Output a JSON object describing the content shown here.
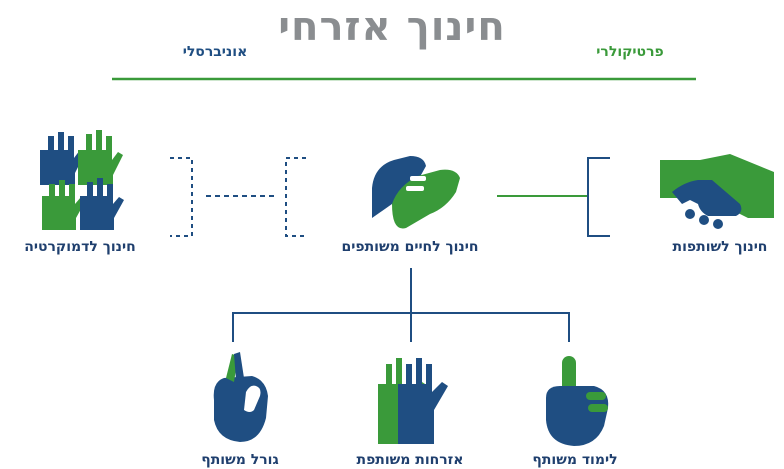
{
  "title": "חינוך אזרחי",
  "axis": {
    "left_label": "אוניברסלי",
    "right_label": "פרטיקולרי"
  },
  "nodes": {
    "democracy": "חינוך לדמוקרטיה",
    "shared_life": "חינוך לחיים משותפים",
    "partnership": "חינוך לשותפות",
    "shared_fate": "גורל משותף",
    "shared_citizenship": "אזרחות משותפת",
    "shared_learning": "לימוד משותף"
  },
  "colors": {
    "green": "#3a9a3a",
    "blue": "#1f4e82",
    "title_gray": "#8a8d90"
  },
  "icons": {
    "democracy": "raised-hands-icon",
    "shared_life": "arm-wrestle-grip-icon",
    "partnership": "handshake-icon",
    "shared_fate": "crossed-fingers-icon",
    "shared_citizenship": "overlapping-hands-icon",
    "shared_learning": "pointing-finger-icon"
  }
}
